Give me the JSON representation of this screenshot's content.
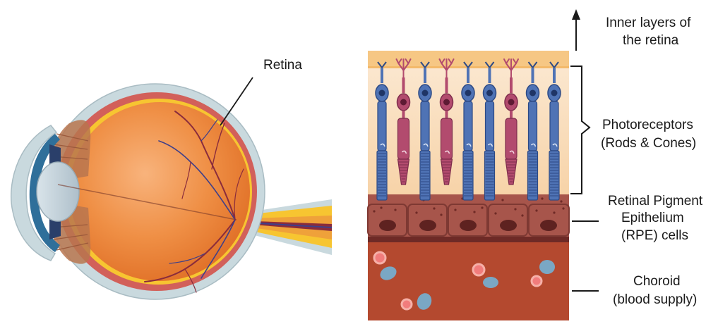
{
  "labels": {
    "retina": "Retina",
    "inner_layers_line1": "Inner layers of",
    "inner_layers_line2": "the retina",
    "photoreceptors_line1": "Photoreceptors",
    "photoreceptors_line2": "(Rods & Cones)",
    "rpe_line1": "Retinal Pigment",
    "rpe_line2": "Epithelium",
    "rpe_line3": "(RPE) cells",
    "choroid_line1": "Choroid",
    "choroid_line2": "(blood supply)"
  },
  "colors": {
    "sclera": "#c9d9de",
    "choroid_layer": "#d2605a",
    "eyeball": "#ee8a3a",
    "retina_line": "#f7c531",
    "rod": "#4f73b5",
    "cone": "#b24b6e",
    "rpe": "#a7554b",
    "choroid_tissue": "#b4492f",
    "inner_layer": "#f6c784"
  },
  "photoreceptor_sequence": [
    "rod",
    "cone",
    "rod",
    "cone",
    "rod",
    "rod",
    "cone",
    "rod",
    "rod"
  ]
}
